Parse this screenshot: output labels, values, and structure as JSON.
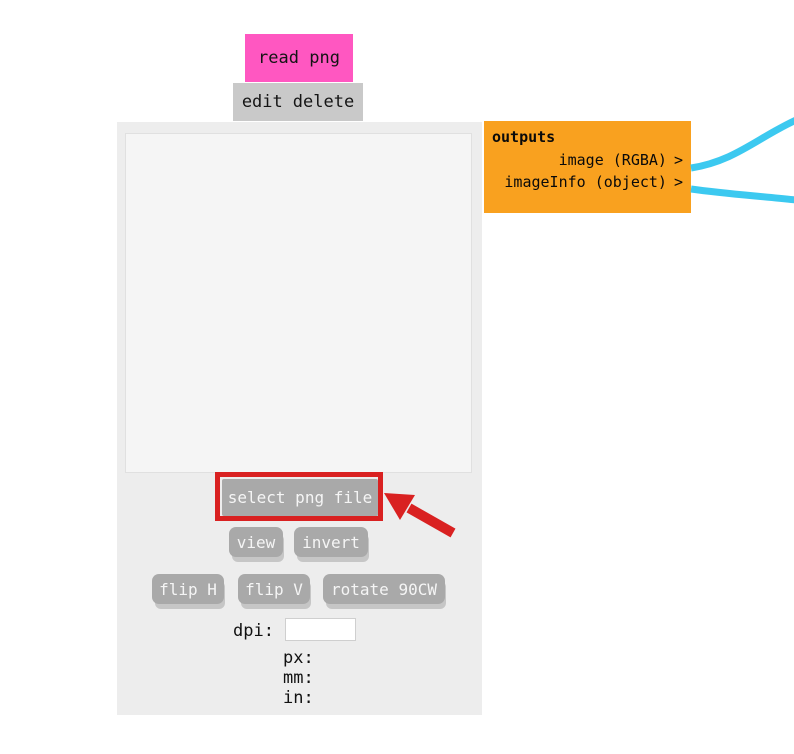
{
  "node": {
    "title": "read png",
    "toolbar": {
      "edit": "edit",
      "delete": "delete"
    },
    "buttons": {
      "select": "select png file",
      "view": "view",
      "invert": "invert",
      "flip_h": "flip H",
      "flip_v": "flip V",
      "rotate": "rotate 90CW"
    },
    "fields": {
      "dpi_label": "dpi:",
      "dpi_value": "",
      "px_label": "px:",
      "mm_label": "mm:",
      "in_label": "in:"
    }
  },
  "outputs": {
    "header": "outputs",
    "port_arrow": ">",
    "ports": [
      "image (RGBA)",
      "imageInfo (object)"
    ]
  },
  "colors": {
    "node_title_bg": "#ff57c1",
    "toolbar_bg": "#c9c9c9",
    "node_body_bg": "#ededed",
    "image_area_bg": "#f5f5f5",
    "button_bg": "#a9a9a9",
    "outputs_bg": "#f9a11f",
    "wire": "#3cc9f0",
    "annotation_red": "#d92121"
  }
}
